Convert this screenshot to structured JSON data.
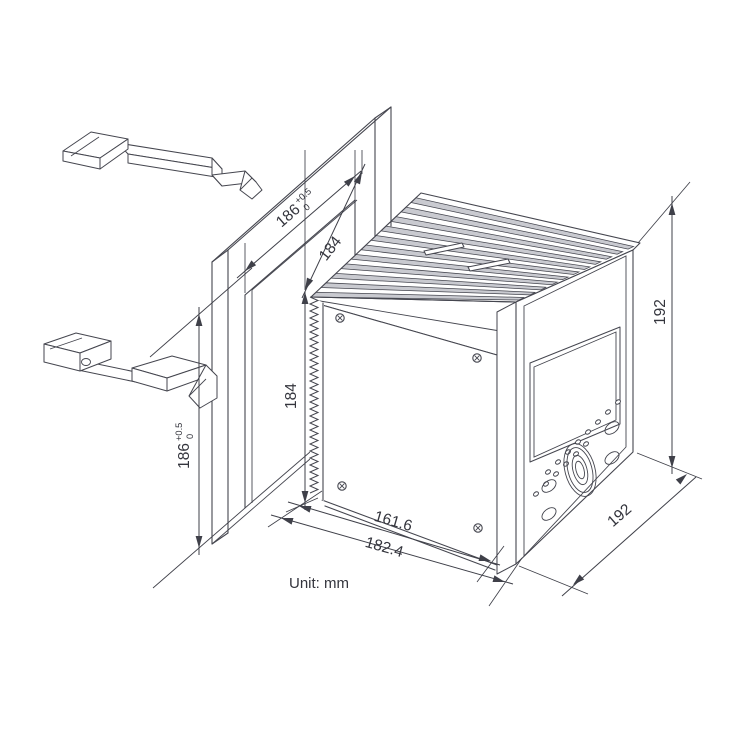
{
  "unit_label": "Unit: mm",
  "dimensions": {
    "cutout_width": {
      "value": "186",
      "tolerance_plus": "+0.5",
      "tolerance_minus": "0"
    },
    "cutout_height": {
      "value": "186",
      "tolerance_plus": "+0.5",
      "tolerance_minus": "0"
    },
    "body_top_width": "184",
    "body_side_height": "184",
    "bezel_height": "192",
    "bezel_width": "192",
    "body_depth": "161.6",
    "total_depth": "182.4"
  },
  "style": {
    "line_color": "#45464f",
    "background": "#ffffff",
    "fin_shade": "#c9cad0"
  }
}
